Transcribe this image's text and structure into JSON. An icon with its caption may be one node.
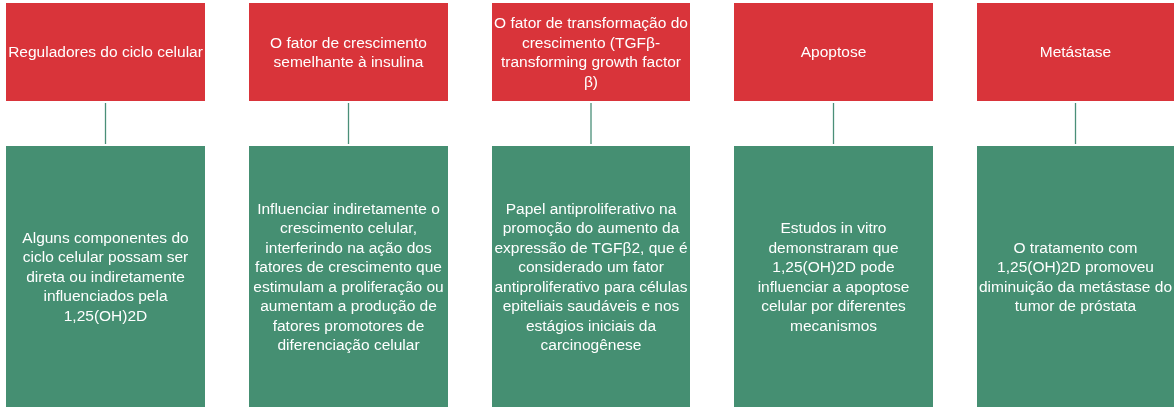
{
  "diagram": {
    "nodes": [
      {
        "text": [
          "Reguladores do ciclo celular"
        ]
      },
      {
        "text": [
          "O fator de crescimento semelhante à insulina"
        ]
      },
      {
        "text": [
          "O fator de transformação do crescimento (TGFβ-transforming growth factor β)"
        ]
      },
      {
        "text": [
          "Apoptose"
        ]
      },
      {
        "text": [
          "Metástase"
        ]
      },
      {
        "text": [
          "Alguns componentes do ciclo celular possam ser direta ou indiretamente influenciados pela 1,25(OH)2D"
        ]
      },
      {
        "text": [
          "Influenciar indiretamente o crescimento celular, interferindo na ação dos fatores de crescimento que estimulam a proliferação ou aumentam a produção de fatores promotores de diferenciação celular"
        ]
      },
      {
        "text": [
          "Papel antiproliferativo na promoção do aumento da expressão de TGFβ2, que é considerado um fator antiproliferativo para células epiteliais saudáveis e nos estágios iniciais da carcinogênese"
        ]
      },
      {
        "text": [
          "Estudos in vitro demonstraram que 1,25(OH)2D pode influenciar a apoptose celular por diferentes mecanismos"
        ]
      },
      {
        "text": [
          "O tratamento com 1,25(OH)2D promoveu diminuição da metástase do tumor de próstata"
        ]
      }
    ],
    "edges": [
      {
        "from": 0,
        "to": 5,
        "arrow": "none"
      },
      {
        "from": 1,
        "to": 6,
        "arrow": "none"
      },
      {
        "from": 2,
        "to": 7,
        "arrow": "none"
      },
      {
        "from": 3,
        "to": 8,
        "arrow": "none"
      },
      {
        "from": 4,
        "to": 9,
        "arrow": "none"
      }
    ]
  }
}
